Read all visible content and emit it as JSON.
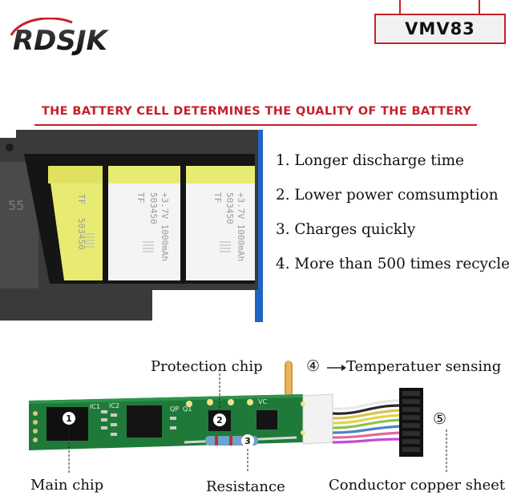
{
  "brand": {
    "logo_text": "RDSJK",
    "model": "VMV83"
  },
  "headline": "THE BATTERY CELL DETERMINES THE QUALITY OF THE BATTERY",
  "features": [
    "1. Longer discharge time",
    "2. Lower power comsumption",
    "3. Charges quickly",
    "4. More than 500 times recycle"
  ],
  "cell_print": {
    "brand": "TF",
    "model": "503450",
    "spec": "+3.7V 1000mAh",
    "side_number": "55"
  },
  "pcb": {
    "silkscreen": [
      "IC1",
      "IC2",
      "QP",
      "Q1",
      "VC"
    ],
    "markers": [
      "1",
      "2",
      "3"
    ]
  },
  "labels": {
    "protection_chip": "Protection chip",
    "temperature_marker": "④",
    "temperature": "Temperatuer sensing",
    "connector_marker": "⑤",
    "main_chip": "Main chip",
    "resistance": "Resistance",
    "conductor": "Conductor copper sheet"
  },
  "colors": {
    "accent": "#c8202a",
    "pcb": "#1f7a3a",
    "cell": "#e8eb72",
    "frame": "#3a3a3c"
  }
}
